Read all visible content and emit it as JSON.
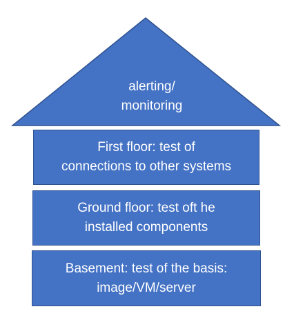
{
  "colors": {
    "fill": "#4472C4",
    "outline": "#2F528F",
    "text": "#FFFFFF"
  },
  "roof": {
    "line1": "alerting/",
    "line2": "monitoring"
  },
  "floors": [
    {
      "line1": "First floor: test of",
      "line2": "connections to other systems"
    },
    {
      "line1": "Ground floor: test oft he",
      "line2": "installed components"
    },
    {
      "line1": "Basement: test of the basis:",
      "line2": "image/VM/server"
    }
  ]
}
